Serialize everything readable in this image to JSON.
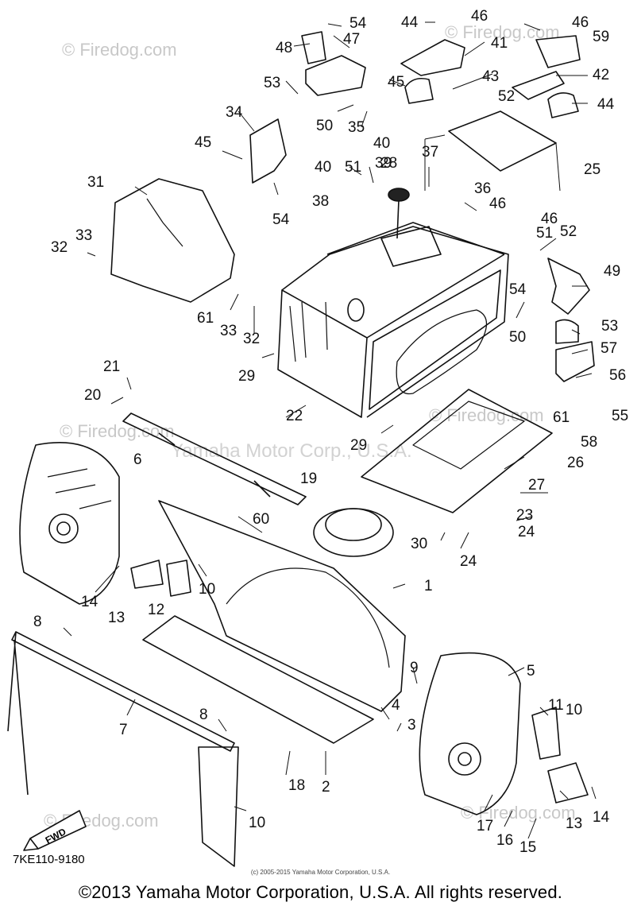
{
  "watermarks": {
    "firedog": "© Firedog.com",
    "yamaha": "Yamaha Motor Corp., U.S.A."
  },
  "fwd_label": "FWD",
  "part_code": "7KE110-9180",
  "small_copyright": "(c) 2005-2015 Yamaha Motor Corporation, U.S.A.",
  "main_copyright": "©2013 Yamaha Motor Corporation, U.S.A. All rights reserved.",
  "callouts": [
    "54",
    "48",
    "47",
    "44",
    "46",
    "41",
    "46",
    "59",
    "53",
    "45",
    "43",
    "42",
    "34",
    "50",
    "52",
    "44",
    "45",
    "35",
    "51",
    "40",
    "39",
    "28",
    "37",
    "40",
    "25",
    "31",
    "36",
    "38",
    "46",
    "54",
    "33",
    "32",
    "46",
    "51",
    "52",
    "49",
    "61",
    "33",
    "32",
    "54",
    "53",
    "50",
    "57",
    "29",
    "21",
    "56",
    "20",
    "22",
    "61",
    "55",
    "58",
    "29",
    "6",
    "27",
    "26",
    "19",
    "23",
    "60",
    "24",
    "30",
    "24",
    "14",
    "10",
    "13",
    "12",
    "1",
    "8",
    "9",
    "4",
    "5",
    "3",
    "7",
    "11",
    "10",
    "8",
    "18",
    "2",
    "17",
    "16",
    "15",
    "13",
    "14",
    "10"
  ]
}
